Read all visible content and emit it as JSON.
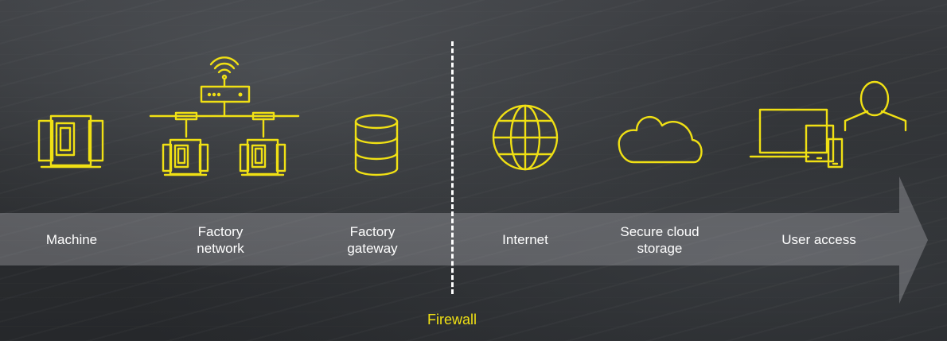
{
  "steps": [
    {
      "label": "Machine",
      "icon": "machine-icon"
    },
    {
      "label": "Factory\nnetwork",
      "icon": "factory-network-icon"
    },
    {
      "label": "Factory\ngateway",
      "icon": "database-icon"
    },
    {
      "label": "Internet",
      "icon": "globe-icon"
    },
    {
      "label": "Secure cloud\nstorage",
      "icon": "cloud-icon"
    },
    {
      "label": "User access",
      "icon": "user-devices-icon"
    }
  ],
  "firewall_label": "Firewall",
  "colors": {
    "accent": "#f0e014",
    "text": "#ffffff"
  }
}
